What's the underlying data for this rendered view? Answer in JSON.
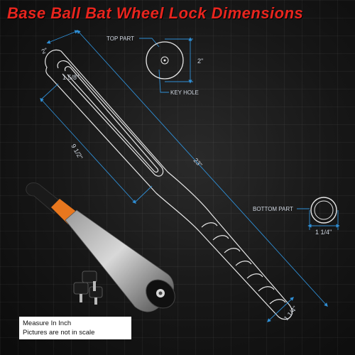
{
  "title": "Base Ball Bat Wheel Lock Dimensions",
  "labels": {
    "top_part": "TOP PART",
    "key_hole": "KEY HOLE",
    "bottom_part": "BOTTOM PART"
  },
  "dimensions": {
    "top_diameter": "2\"",
    "bat_width": "2\"",
    "slot_width": "1 5/8\"",
    "slot_length": "9 1/2\"",
    "total_length": "23\"",
    "bottom_diameter": "1 1/4\"",
    "handle_width": "1 1/4\""
  },
  "note": {
    "line1": "Measure In Inch",
    "line2": "Pictures are not in scale"
  },
  "colors": {
    "title": "#e8251e",
    "dimension_lines": "#2f8fd6",
    "outline": "#e6e6e6",
    "grip_orange": "#e8771e"
  }
}
